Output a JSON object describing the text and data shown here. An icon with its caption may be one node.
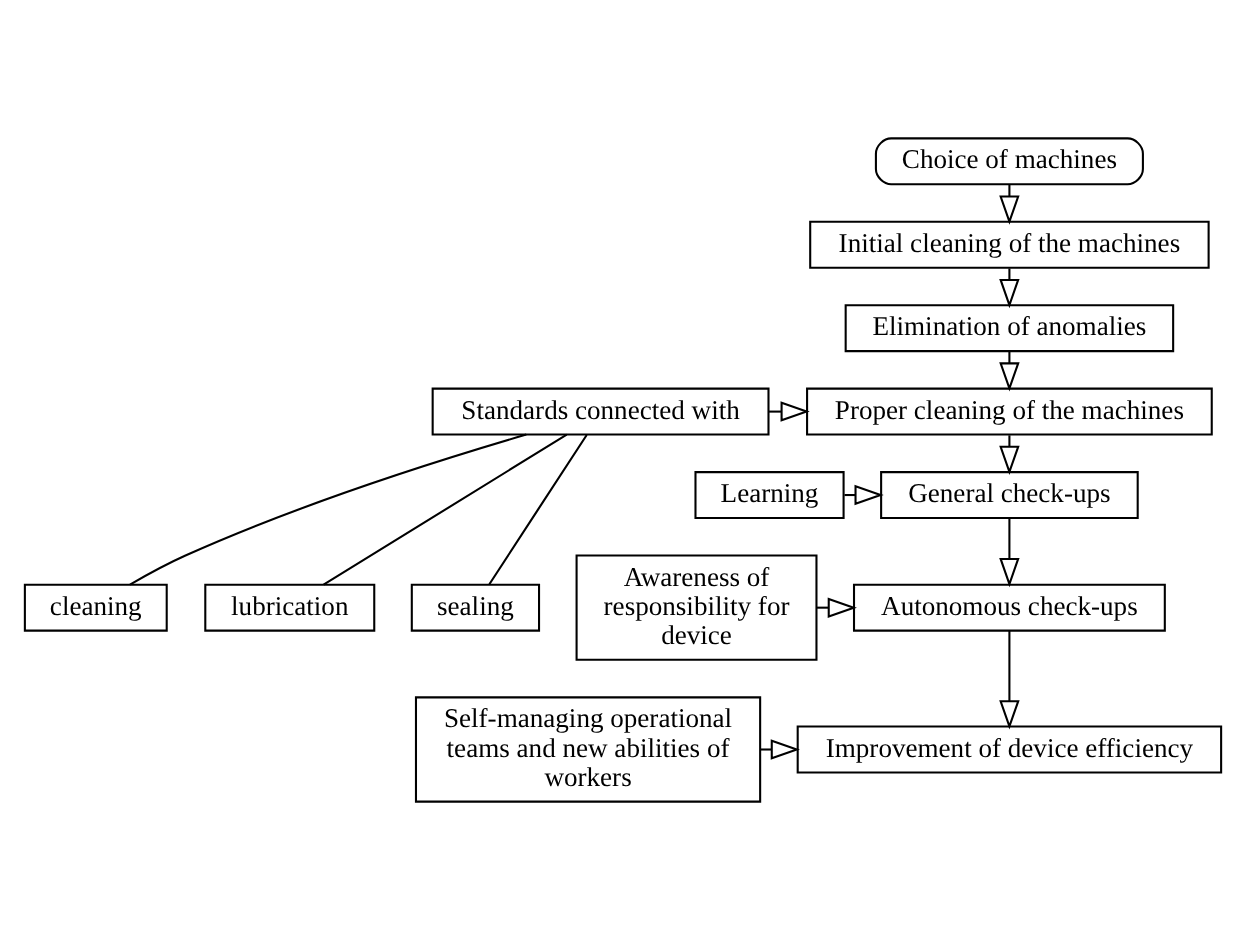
{
  "diagram": {
    "nodes": [
      {
        "text": [
          "Choice of machines"
        ]
      },
      {
        "text": [
          "Initial cleaning of the machines"
        ]
      },
      {
        "text": [
          "Elimination of anomalies"
        ]
      },
      {
        "text": [
          "Proper cleaning of the machines"
        ]
      },
      {
        "text": [
          "Standards connected with"
        ]
      },
      {
        "text": [
          "Learning"
        ]
      },
      {
        "text": [
          "General check-ups"
        ]
      },
      {
        "text": [
          "cleaning"
        ]
      },
      {
        "text": [
          "lubrication"
        ]
      },
      {
        "text": [
          "sealing"
        ]
      },
      {
        "text": [
          "Autonomous check-ups"
        ]
      },
      {
        "text": [
          "Awareness of responsibility for device"
        ]
      },
      {
        "text": [
          "Improvement of device efficiency"
        ]
      },
      {
        "text": [
          "Self-managing operational teams and new abilities of workers"
        ]
      }
    ],
    "edges": [
      {
        "from": 0,
        "to": 1,
        "arrow": "to"
      },
      {
        "from": 1,
        "to": 2,
        "arrow": "to"
      },
      {
        "from": 2,
        "to": 3,
        "arrow": "to"
      },
      {
        "from": 4,
        "to": 3,
        "arrow": "to"
      },
      {
        "from": 3,
        "to": 6,
        "arrow": "to"
      },
      {
        "from": 5,
        "to": 6,
        "arrow": "to"
      },
      {
        "from": 4,
        "to": 7,
        "arrow": "none"
      },
      {
        "from": 4,
        "to": 8,
        "arrow": "none"
      },
      {
        "from": 4,
        "to": 9,
        "arrow": "none"
      },
      {
        "from": 6,
        "to": 10,
        "arrow": "to"
      },
      {
        "from": 11,
        "to": 10,
        "arrow": "to"
      },
      {
        "from": 10,
        "to": 12,
        "arrow": "to"
      },
      {
        "from": 13,
        "to": 12,
        "arrow": "to"
      }
    ]
  }
}
